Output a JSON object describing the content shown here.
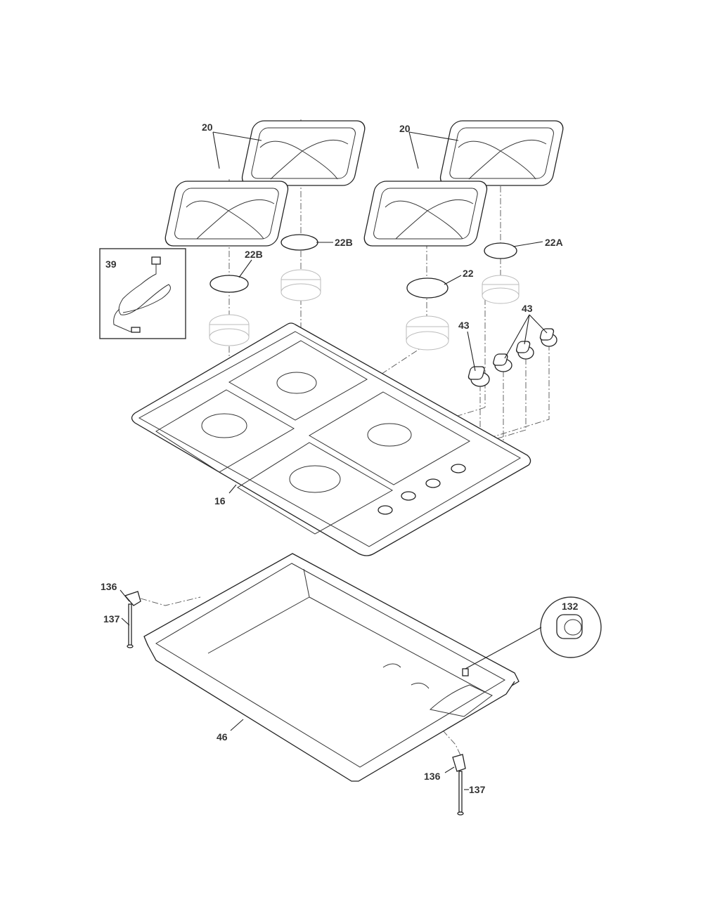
{
  "callouts": {
    "grates_left": "20",
    "grates_right": "20",
    "cap_22b_right": "22B",
    "cap_22b_left": "22B",
    "cap_22a": "22A",
    "cap_22": "22",
    "power_cord": "39",
    "knobs_group": "43",
    "knob_single": "43",
    "cooktop": "16",
    "bracket_left": "136",
    "screw_left": "137",
    "burner_box": "46",
    "bracket_right": "136",
    "screw_right": "137",
    "connector": "132"
  }
}
